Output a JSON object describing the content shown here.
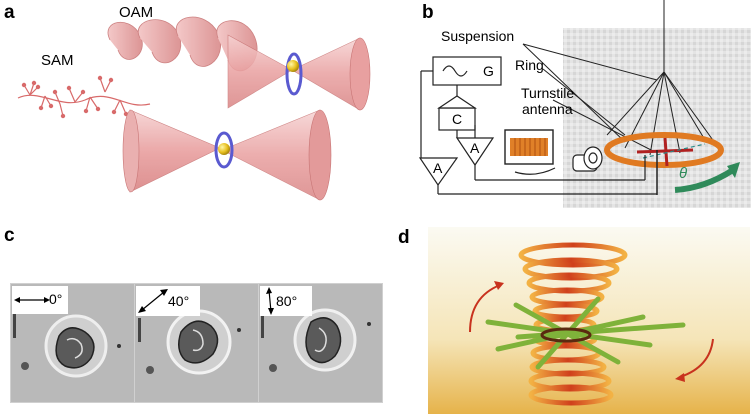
{
  "panels": {
    "a": {
      "label": "a",
      "oam_label": "OAM",
      "sam_label": "SAM"
    },
    "b": {
      "label": "b",
      "suspension_label": "Suspension",
      "ring_label": "Ring",
      "turnstile_label_1": "Turnstile",
      "turnstile_label_2": "antenna",
      "g_label": "G",
      "c_label": "C",
      "a_label_left": "A",
      "a_label_right": "A",
      "theta_label": "θ"
    },
    "c": {
      "label": "c",
      "angles": [
        "0°",
        "40°",
        "80°"
      ]
    },
    "d": {
      "label": "d"
    }
  },
  "colors": {
    "cone": "#e8a5a5",
    "ring_orange": "#e07a22",
    "arrow_green": "#2f8a5a",
    "vortex_red": "#d0401c",
    "rod_green": "#7fb23a"
  }
}
